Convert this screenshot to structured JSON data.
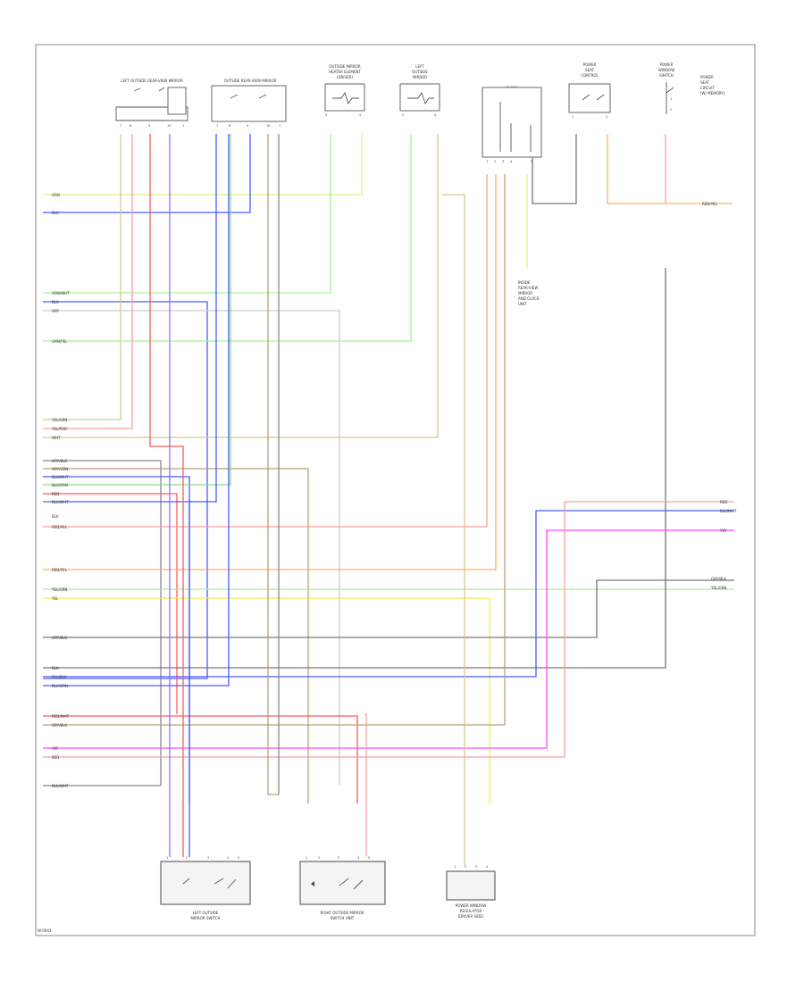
{
  "footer_code": "W-0043",
  "colors": {
    "tan": "#d8c890",
    "ltgreen": "#a6ef9a",
    "green": "#8fdc8a",
    "blue": "#4a5cff",
    "pink": "#f7a0a0",
    "red": "#ff5a5a",
    "magenta": "#ff4bff",
    "yellow": "#f0f040",
    "ltyellow": "#eaea80",
    "grey": "#888888",
    "dkgrey": "#777777",
    "brown": "#b8a07a",
    "orange": "#ffb060",
    "violet": "#9a6cff",
    "lightgrey": "#cccccc"
  },
  "top_components": [
    {
      "title": [
        "LEFT OUTSIDE REAR-VIEW MIRROR"
      ],
      "pins": [
        "7",
        "8",
        "9",
        "10",
        "1"
      ]
    },
    {
      "title": [
        "OUTSIDE REAR-VIEW MIRROR"
      ],
      "pins": [
        "7",
        "8",
        "9",
        "10",
        "1"
      ]
    },
    {
      "title": [
        "OUTSIDE MIRROR",
        "HEATER ELEMENT",
        "(DRIVER)"
      ],
      "pins": [
        "3",
        "4"
      ]
    },
    {
      "title": [
        "LEFT",
        "OUTSIDE",
        "MIRROR"
      ],
      "pins": [
        "3",
        "4"
      ]
    },
    {
      "title": [
        "CLOCK",
        "AND",
        "MEMORY UNIT"
      ],
      "pins": [
        "1",
        "2",
        "3",
        "4",
        "5"
      ]
    },
    {
      "title": [
        "POWER",
        "SEAT",
        "CONTROL"
      ],
      "pins": [
        "1",
        "2"
      ]
    },
    {
      "title": [
        "POWER",
        "WINDOW",
        "SWITCH"
      ],
      "pins": [
        "1",
        "2"
      ]
    }
  ],
  "top_right_note": [
    "POWER",
    "SEAT",
    "CIRCUIT",
    "(W/ MEMORY)"
  ],
  "side_note": [
    "INSIDE",
    "REAR-VIEW",
    "MIRROR",
    "AND CLOCK",
    "UNIT"
  ],
  "left_labels": [
    "GRN",
    "BLU",
    "GRN/WHT",
    "BLU",
    "GRY",
    "GRN/YEL",
    "YEL/GRN",
    "YEL/RED",
    "WHT",
    "GRY/BLK",
    "GRY/GRN",
    "BLU/WHT",
    "BLU/GRN",
    "RED",
    "BLU/WHT",
    "BLK",
    "RED/YEL",
    "RED/YEL",
    "YEL/GRN",
    "YEL",
    "GRY/BLK",
    "BLK",
    "BLU/BLK",
    "BLU/GRN",
    "RED/WHT",
    "GRY/BLK",
    "VIO",
    "RED",
    "BLK/WHT"
  ],
  "right_labels": [
    "RED/YEL",
    "RED",
    "BLU/WHT",
    "VIO",
    "GRY/BLK",
    "YEL/GRN"
  ],
  "bottom_components": [
    {
      "title": [
        "LEFT OUTSIDE",
        "MIRROR SWITCH"
      ],
      "pins": [
        "1",
        "2",
        "3",
        "4",
        "5"
      ]
    },
    {
      "title": [
        "RIGHT OUTSIDE MIRROR",
        "SWITCH UNIT"
      ],
      "pins": [
        "1",
        "2",
        "3",
        "4",
        "5"
      ]
    },
    {
      "title": [
        "POWER WINDOW",
        "REGULATOR",
        "(DRIVER SIDE)"
      ],
      "pins": [
        "1",
        "2",
        "3",
        "4"
      ]
    }
  ]
}
